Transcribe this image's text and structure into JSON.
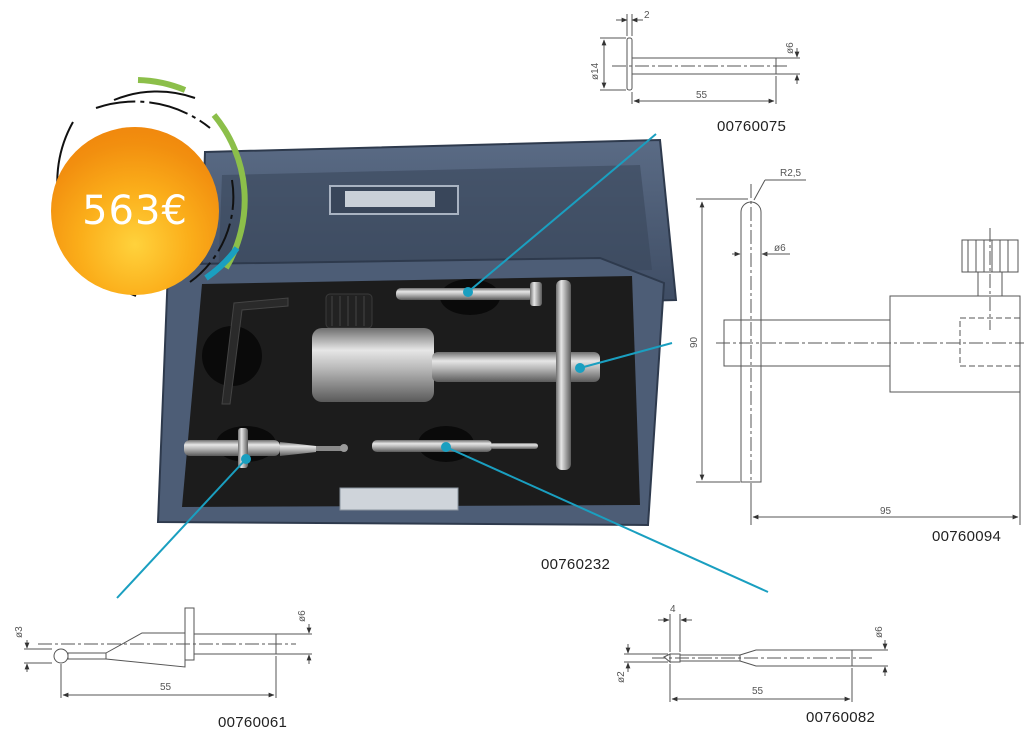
{
  "price": {
    "label": "563€"
  },
  "colors": {
    "callout": "#1a9fc0",
    "price_orange": "#f0890f",
    "price_green": "#8cbf4a",
    "price_blue": "#1a9fc0",
    "case": "#4a5a73",
    "foam": "#1c1c1c"
  },
  "part_codes": {
    "top_probe": "00760075",
    "tbar_holder": "00760094",
    "kit": "00760232",
    "ball_probe": "00760061",
    "needle_probe": "00760082"
  },
  "dimensions": {
    "top_probe": {
      "thickness": "2",
      "head_dia": "ø14",
      "shaft_dia": "ø6",
      "length": "55"
    },
    "tbar_holder": {
      "radius": "R2,5",
      "bar_dia": "ø6",
      "height": "90",
      "width": "95"
    },
    "ball_probe": {
      "tip_dia": "ø3",
      "shaft_dia": "ø6",
      "length": "55"
    },
    "needle_probe": {
      "step": "4",
      "tip_dia": "ø2",
      "shaft_dia": "ø6",
      "length": "55"
    }
  }
}
